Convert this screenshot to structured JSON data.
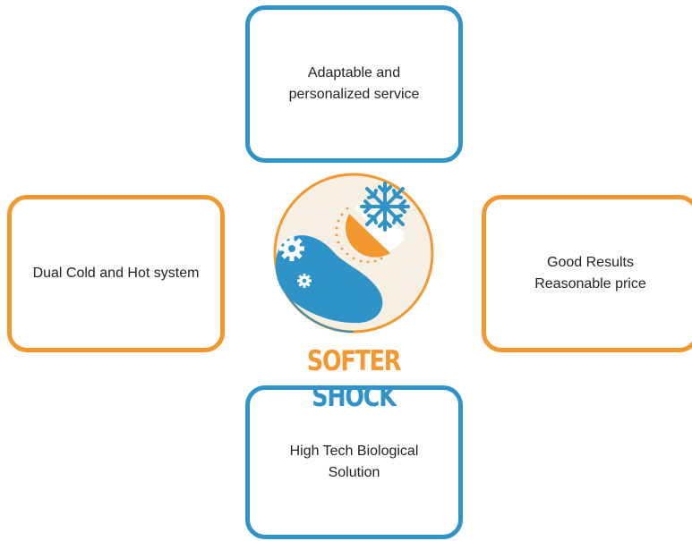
{
  "cards": {
    "top": {
      "line1": "Adaptable and",
      "line2": "personalized service"
    },
    "left": {
      "line1": "Dual Cold and Hot system"
    },
    "right": {
      "line1": "Good Results",
      "line2": "Reasonable price"
    },
    "bottom": {
      "line1": "High Tech Biological",
      "line2": "Solution"
    }
  },
  "logo": {
    "word1": "SOFTER",
    "word2": "SHOCK",
    "icons": [
      "gear-icon",
      "snowflake-icon",
      "sun-icon"
    ]
  },
  "colors": {
    "blue": "#2f93c8",
    "orange": "#f3982f",
    "cream": "#f6f0e4",
    "text": "#222222"
  }
}
